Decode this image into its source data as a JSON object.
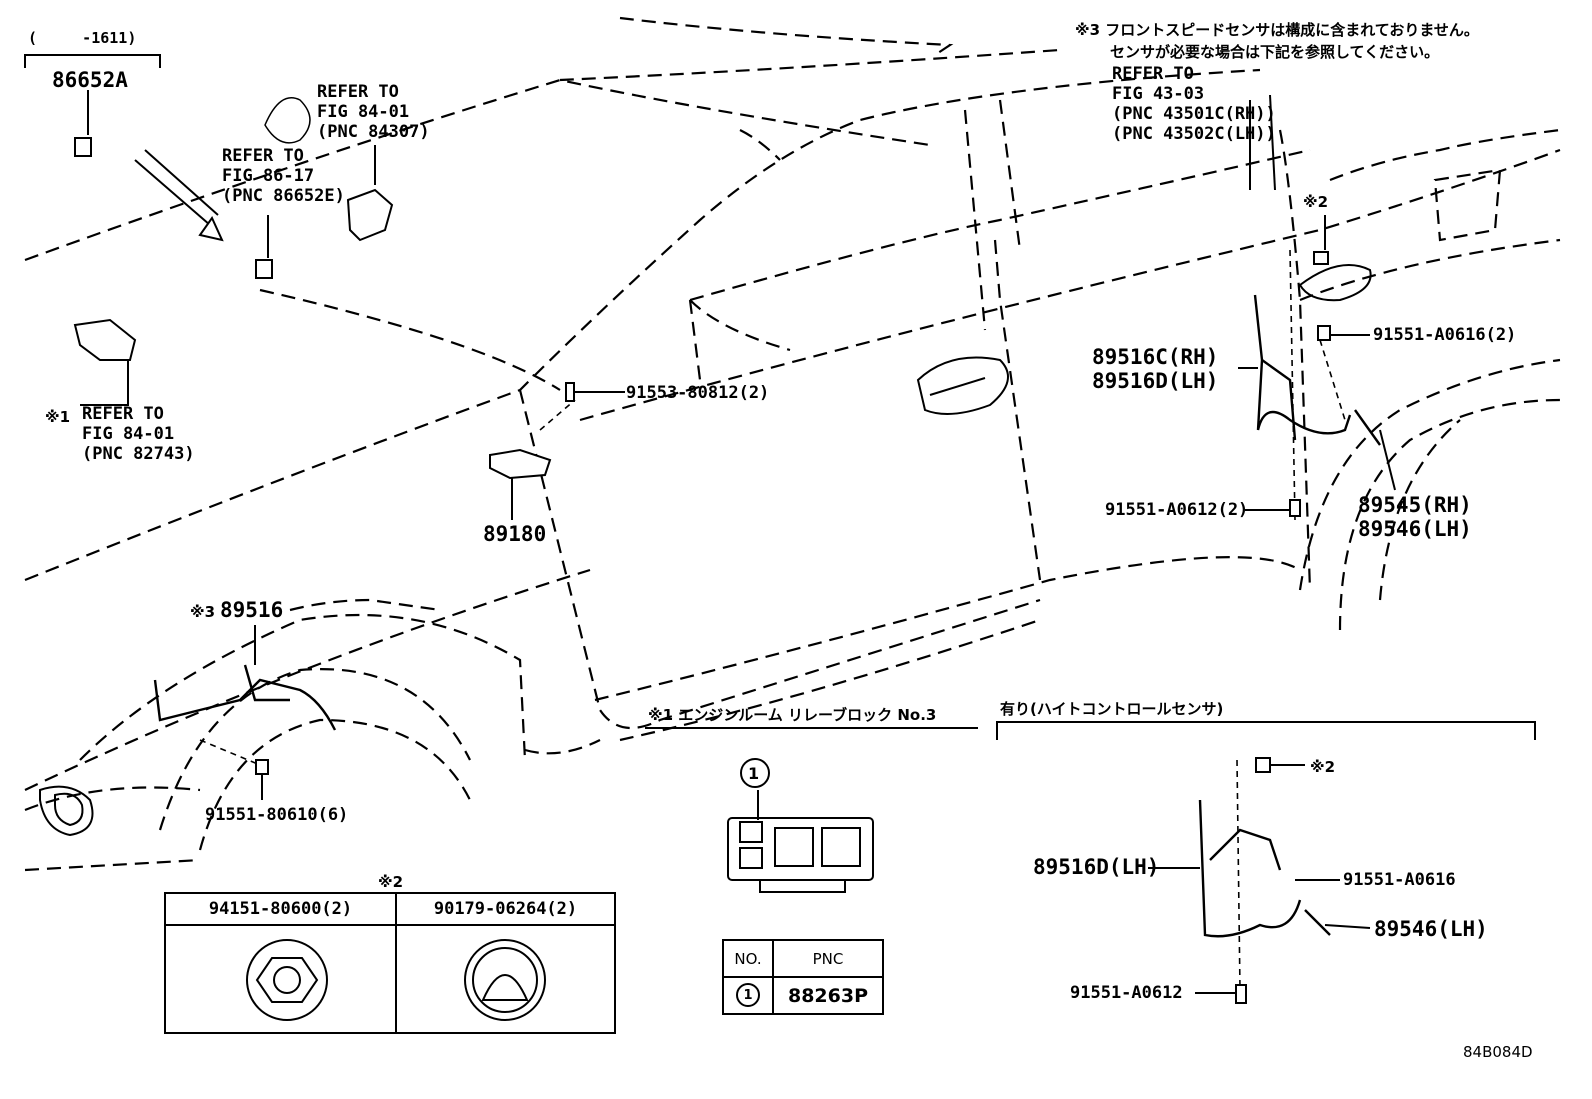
{
  "callouts": {
    "bracket_range": "(     -1611)",
    "p86652A": "86652A",
    "refer_84307": [
      "REFER TO",
      "FIG 84-01",
      "(PNC 84307)"
    ],
    "refer_86652E": [
      "REFER TO",
      "FIG 86-17",
      "(PNC 86652E)"
    ],
    "refer_82743_mark": "※1",
    "refer_82743": [
      "REFER TO",
      "FIG 84-01",
      "(PNC 82743)"
    ],
    "p91553": "91553-80812(2)",
    "p89180": "89180",
    "front_mark": "※3",
    "p89516": "89516",
    "p91551_80610": "91551-80610(6)",
    "note3_lines": [
      "※3 フロントスピードセンサは構成に含まれておりません。",
      "センサが必要な場合は下記を参照してください。"
    ],
    "refer_43": [
      "REFER TO",
      "FIG 43-03",
      "(PNC 43501C(RH))",
      "(PNC 43502C(LH))"
    ],
    "mark2_top": "※2",
    "p91551_A0616_2": "91551-A0616(2)",
    "p89516C": "89516C(RH)",
    "p89516D": "89516D(LH)",
    "p89545": "89545(RH)",
    "p89546": "89546(LH)",
    "p91551_A0612_2": "91551-A0612(2)",
    "relay_title": "※1 エンジンルーム リレーブロック No.3",
    "relay_circle": "1",
    "height_title": "有り(ハイトコントロールセンサ)",
    "mark2_right": "※2",
    "p89516D_b": "89516D(LH)",
    "p91551_A0616": "91551-A0616",
    "p89546_b": "89546(LH)",
    "p91551_A0612": "91551-A0612",
    "mark2_table": "※2",
    "diagram_code": "84B084D"
  },
  "fastener_table": {
    "headers": [
      "94151-80600(2)",
      "90179-06264(2)"
    ]
  },
  "pnc_table": {
    "headers": [
      "NO.",
      "PNC"
    ],
    "rows": [
      [
        "1",
        "88263P"
      ]
    ]
  }
}
